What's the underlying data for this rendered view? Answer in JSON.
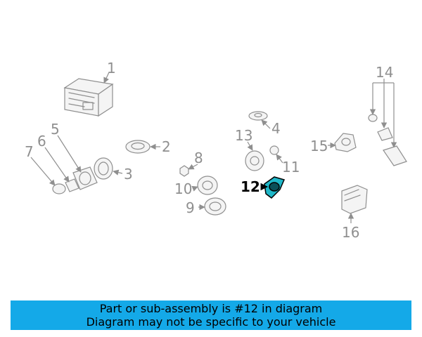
{
  "colors": {
    "banner_bg": "#14a9e8",
    "line": "#8f8f8f",
    "highlight_fill": "#1fb7c8",
    "highlight_text": "#000000"
  },
  "callouts": [
    "1",
    "2",
    "3",
    "4",
    "5",
    "6",
    "7",
    "8",
    "9",
    "10",
    "11",
    "12",
    "13",
    "14",
    "15",
    "16"
  ],
  "highlighted_callout": "12",
  "banner": {
    "line1": "Part or sub-assembly is #12 in diagram",
    "line2": "Diagram may not be specific to your vehicle"
  }
}
